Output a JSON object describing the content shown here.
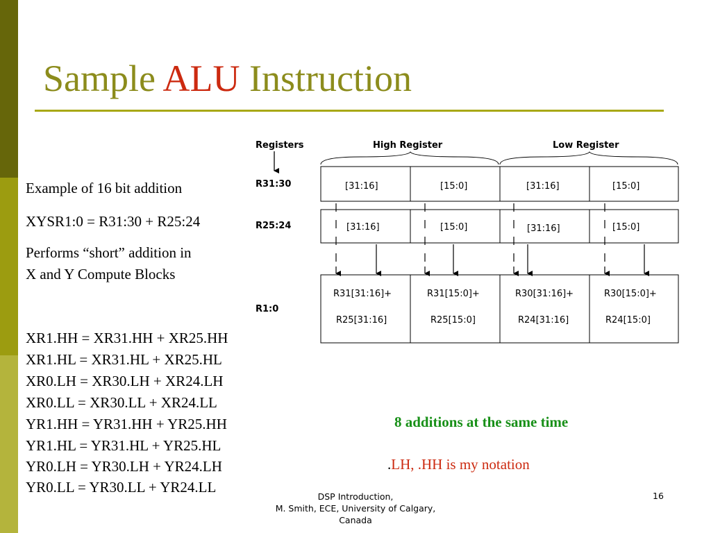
{
  "slide": {
    "title_prefix": "Sample ",
    "title_highlight": "ALU",
    "title_suffix": " Instruction",
    "lines": [
      "Example of 16 bit addition",
      "XYSR1:0 = R31:30 + R25:24",
      "Performs “short” addition in",
      "X and Y Compute Blocks"
    ],
    "equations": [
      "XR1.HH = XR31.HH + XR25.HH",
      "XR1.HL = XR31.HL + XR25.HL",
      "XR0.LH = XR30.LH + XR24.LH",
      "XR0.LL = XR30.LL + XR24.LL",
      "YR1.HH = YR31.HH + YR25.HH",
      "YR1.HL = YR31.HL + YR25.HL",
      "YR0.LH = YR30.LH + YR24.LH",
      "YR0.LL = YR30.LL + YR24.LL"
    ],
    "note_green": "8 additions at the same time",
    "note_red_dot": ".",
    "note_red": "LH, .HH is my notation",
    "footer_line1": "DSP Introduction,",
    "footer_line2": "M. Smith, ECE, University of Calgary,",
    "footer_line3": "Canada",
    "page_number": "16"
  },
  "diagram": {
    "registers_label": "Registers",
    "high_register": "High Register",
    "low_register": "Low Register",
    "row1_label": "R31:30",
    "row2_label": "R25:24",
    "row3_label": "R1:0",
    "row1_cells": [
      "[31:16]",
      "[15:0]",
      "[31:16]",
      "[15:0]"
    ],
    "row2_cells": [
      "[31:16]",
      "[15:0]",
      "[31:16]",
      "[15:0]"
    ],
    "row3_cells_top": [
      "R31[31:16]+",
      "R31[15:0]+",
      "R30[31:16]+",
      "R30[15:0]+"
    ],
    "row3_cells_bottom": [
      "R25[31:16]",
      "R25[15:0]",
      "R24[31:16]",
      "R24[15:0]"
    ]
  }
}
